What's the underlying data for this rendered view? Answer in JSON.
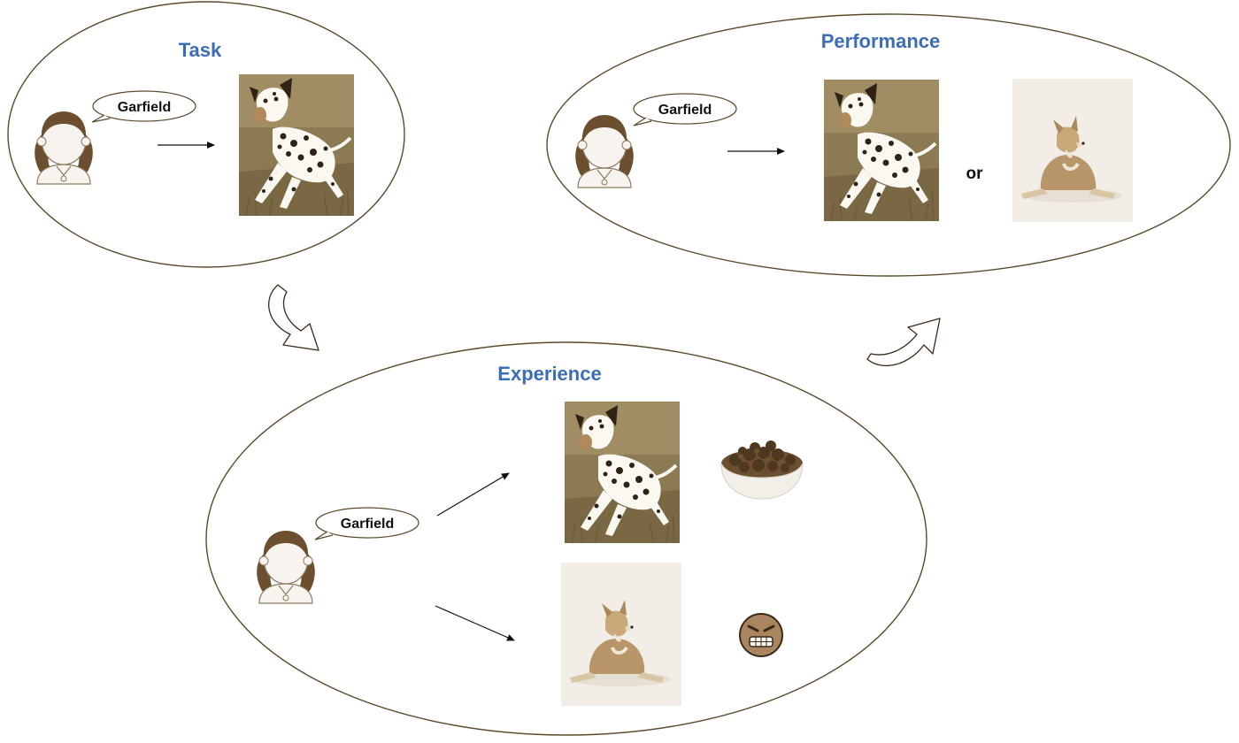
{
  "panels": {
    "task": {
      "title": "Task",
      "speech": "Garfield"
    },
    "performance": {
      "title": "Performance",
      "speech": "Garfield",
      "or_text": "or"
    },
    "experience": {
      "title": "Experience",
      "speech": "Garfield"
    }
  },
  "colors": {
    "title": "#3d6db5",
    "outline": "#5a4a2a",
    "sepia_dark": "#6b5632",
    "sepia_light": "#f2ede6",
    "grass": "#8c7a52"
  },
  "icons": [
    "girl-avatar-icon",
    "dalmatian-photo",
    "corgi-photo",
    "dog-food-bowl-icon",
    "angry-face-icon",
    "curved-arrow-icon"
  ]
}
